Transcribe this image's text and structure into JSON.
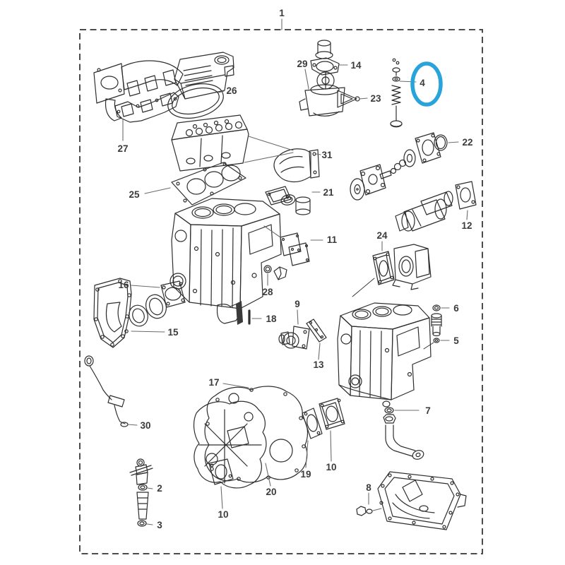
{
  "figure": {
    "type": "exploded-engine-parts-diagram",
    "assembly_label": "1",
    "highlight_color": "#29A4DB",
    "line_color": "#2e2e2e",
    "label_color": "#3b3b3b",
    "background": "#ffffff",
    "highlighted_part": "4"
  },
  "callouts": [
    {
      "text": "1"
    },
    {
      "text": "27"
    },
    {
      "text": "26"
    },
    {
      "text": "29"
    },
    {
      "text": "14"
    },
    {
      "text": "23"
    },
    {
      "text": "4"
    },
    {
      "text": "22"
    },
    {
      "text": "31"
    },
    {
      "text": "21"
    },
    {
      "text": "25"
    },
    {
      "text": "11"
    },
    {
      "text": "12"
    },
    {
      "text": "24"
    },
    {
      "text": "28"
    },
    {
      "text": "16"
    },
    {
      "text": "9"
    },
    {
      "text": "18"
    },
    {
      "text": "6"
    },
    {
      "text": "15"
    },
    {
      "text": "5"
    },
    {
      "text": "13"
    },
    {
      "text": "17"
    },
    {
      "text": "30"
    },
    {
      "text": "7"
    },
    {
      "text": "2"
    },
    {
      "text": "19"
    },
    {
      "text": "10"
    },
    {
      "text": "20"
    },
    {
      "text": "10"
    },
    {
      "text": "3"
    },
    {
      "text": "8"
    }
  ]
}
